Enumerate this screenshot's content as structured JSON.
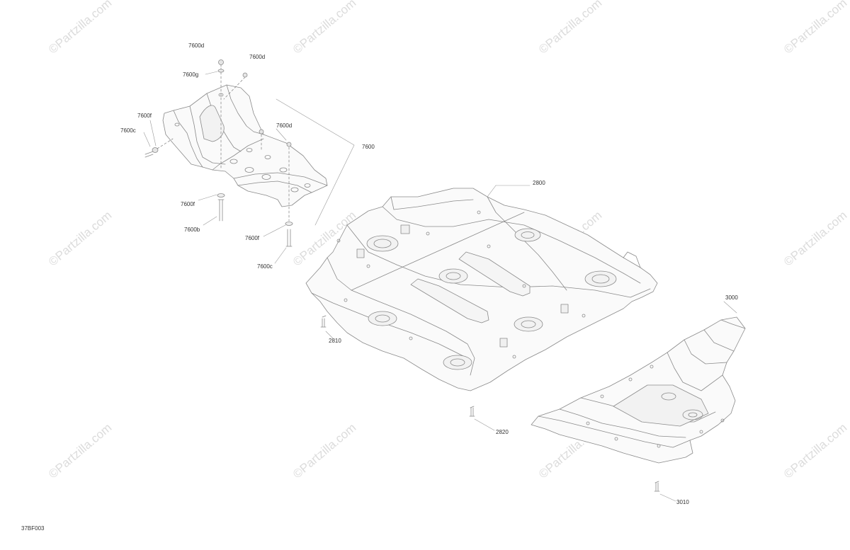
{
  "diagram": {
    "code": "37BF003",
    "watermark": "©Partzilla.com",
    "labels": {
      "l7600d_a": "7600d",
      "l7600d_b": "7600d",
      "l7600d_c": "7600d",
      "l7600g": "7600g",
      "l7600f_a": "7600f",
      "l7600f_b": "7600f",
      "l7600f_c": "7600f",
      "l7600c_a": "7600c",
      "l7600c_b": "7600c",
      "l7600b": "7600b",
      "l7600": "7600",
      "l2800": "2800",
      "l2810": "2810",
      "l2820": "2820",
      "l3000": "3000",
      "l3010": "3010"
    }
  }
}
